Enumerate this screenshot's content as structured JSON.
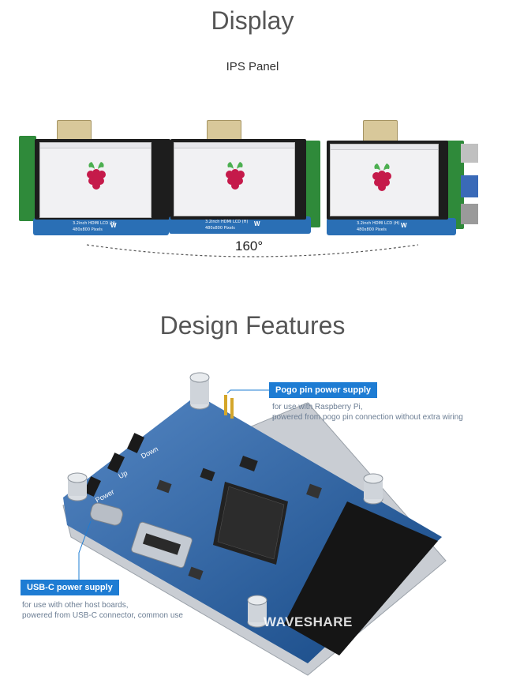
{
  "display_section": {
    "title": "Display",
    "subtitle": "IPS Panel",
    "viewing_angle": "160°"
  },
  "modules": {
    "board_label": "3.2inch HDMI LCD (H)",
    "resolution_label": "480x800 Pixels"
  },
  "features_section": {
    "title": "Design Features",
    "pogo": {
      "heading": "Pogo pin power supply",
      "line1": "for use with Raspberry Pi,",
      "line2": "powered from pogo pin connection without extra wiring"
    },
    "usbc": {
      "heading": "USB-C power supply",
      "line1": "for use with other host boards,",
      "line2": "powered from USB-C connector, common use"
    },
    "board_labels": {
      "down": "Down",
      "up": "Up",
      "power": "Power"
    },
    "watermark": "WAVESHARE"
  },
  "colors": {
    "accent": "#1e7cd3",
    "pcb_blue": "#1c5fb0",
    "raspberry": "#c51a4a"
  }
}
